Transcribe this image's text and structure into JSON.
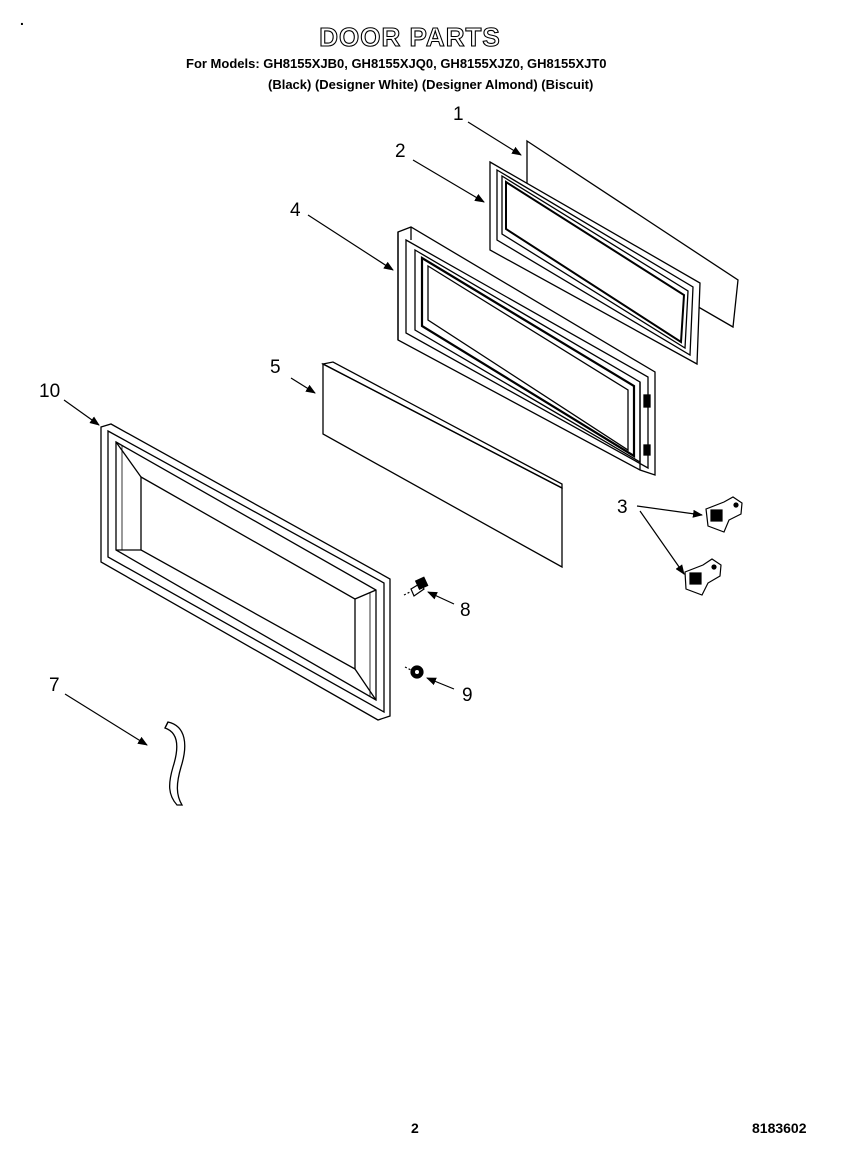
{
  "header": {
    "title": "DOOR PARTS",
    "models_line": "For Models: GH8155XJB0, GH8155XJQ0, GH8155XJZ0, GH8155XJT0",
    "variants_line": "(Black)  (Designer White) (Designer Almond)  (Biscuit)",
    "corner_mark": "."
  },
  "callouts": {
    "c1": "1",
    "c2": "2",
    "c3": "3",
    "c4": "4",
    "c5": "5",
    "c7": "7",
    "c8": "8",
    "c9": "9",
    "c10": "10"
  },
  "footer": {
    "page_number": "2",
    "document_number": "8183602"
  }
}
